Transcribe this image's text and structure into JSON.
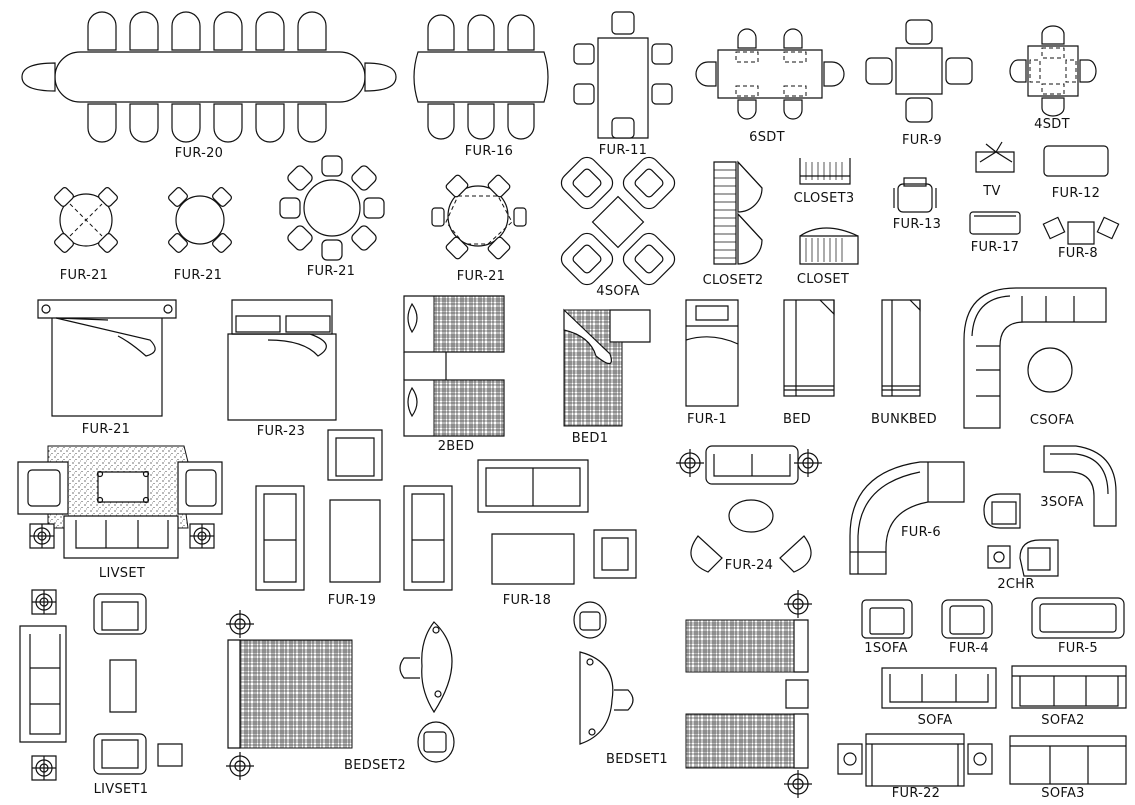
{
  "labels": {
    "fur20": "FUR-20",
    "fur16": "FUR-16",
    "fur11": "FUR-11",
    "sdt6": "6SDT",
    "fur9": "FUR-9",
    "sdt4": "4SDT",
    "fur21a": "FUR-21",
    "fur21b": "FUR-21",
    "fur21c": "FUR-21",
    "fur21d": "FUR-21",
    "sofa4": "4SOFA",
    "closet2": "CLOSET2",
    "closet3": "CLOSET3",
    "closet": "CLOSET",
    "fur13": "FUR-13",
    "tv": "TV",
    "fur17": "FUR-17",
    "fur12": "FUR-12",
    "fur8": "FUR-8",
    "fur21e": "FUR-21",
    "fur23": "FUR-23",
    "bed2": "2BED",
    "bed1": "BED1",
    "fur1": "FUR-1",
    "bed": "BED",
    "bunkbed": "BUNKBED",
    "csofa": "CSOFA",
    "livset": "LIVSET",
    "fur19": "FUR-19",
    "fur18": "FUR-18",
    "fur24": "FUR-24",
    "fur6": "FUR-6",
    "sofa3": "3SOFA",
    "chr2": "2CHR",
    "sofa1": "1SOFA",
    "fur4": "FUR-4",
    "fur5": "FUR-5",
    "sofa": "SOFA",
    "sofa2": "SOFA2",
    "livset1": "LIVSET1",
    "bedset2": "BEDSET2",
    "bedset1": "BEDSET1",
    "fur22": "FUR-22",
    "sofa3b": "SOFA3"
  }
}
